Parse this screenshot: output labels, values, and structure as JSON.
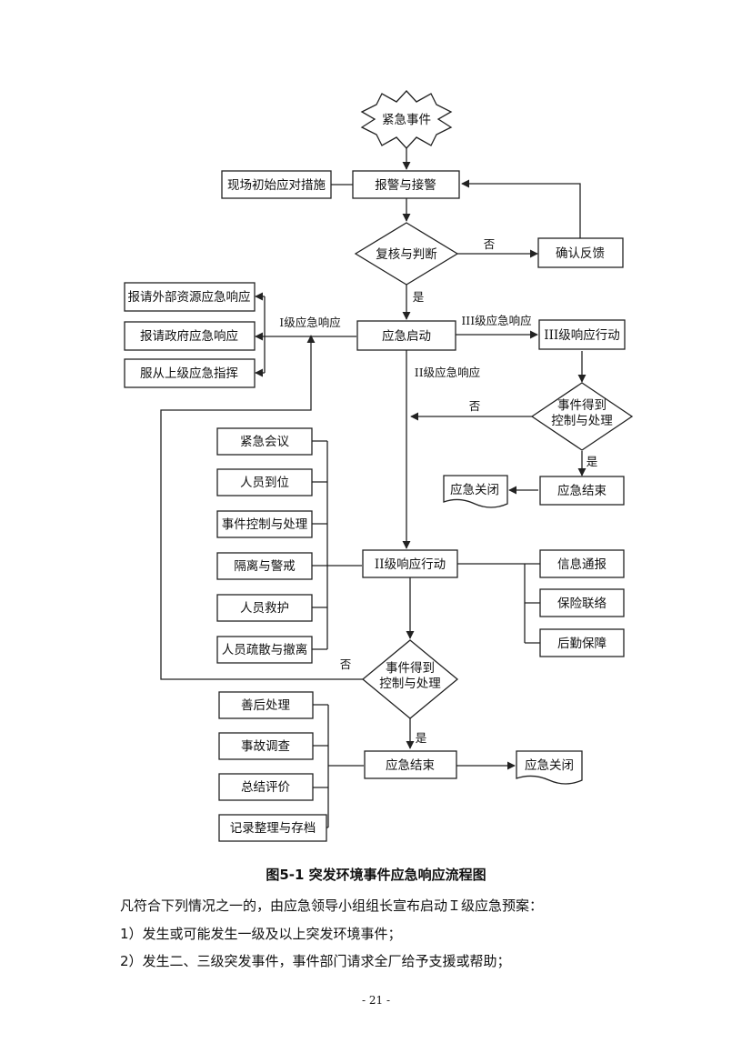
{
  "flowchart": {
    "start": "紧急事件",
    "receive": "报警与接警",
    "onsite": "现场初始应对措施",
    "verify": "复核与判断",
    "confirm": "确认反馈",
    "no": "否",
    "yes": "是",
    "start_response": "应急启动",
    "level1_label": "I级应急响应",
    "level1_actions": [
      "报请外部资源应急响应",
      "报请政府应急响应",
      "服从上级应急指挥"
    ],
    "level3_label": "III级应急响应",
    "level3_action": "III级响应行动",
    "level2_label": "II级应急响应",
    "controlled": "事件得到控制与处理",
    "end": "应急结束",
    "close": "应急关闭",
    "level2_action": "II级响应行动",
    "left_tasks": [
      "紧急会议",
      "人员到位",
      "事件控制与处理",
      "隔离与警戒",
      "人员救护",
      "人员疏散与撤离"
    ],
    "right_tasks": [
      "信息通报",
      "保险联络",
      "后勤保障"
    ],
    "after_tasks": [
      "善后处理",
      "事故调查",
      "总结评价",
      "记录整理与存档"
    ]
  },
  "caption": "图5-1  突发环境事件应急响应流程图",
  "paragraphs": [
    "凡符合下列情况之一的，由应急领导小组组长宣布启动Ｉ级应急预案：",
    "1）发生或可能发生一级及以上突发环境事件；",
    "2）发生二、三级突发事件，事件部门请求全厂给予支援或帮助；"
  ],
  "page_number": "- 21 -"
}
